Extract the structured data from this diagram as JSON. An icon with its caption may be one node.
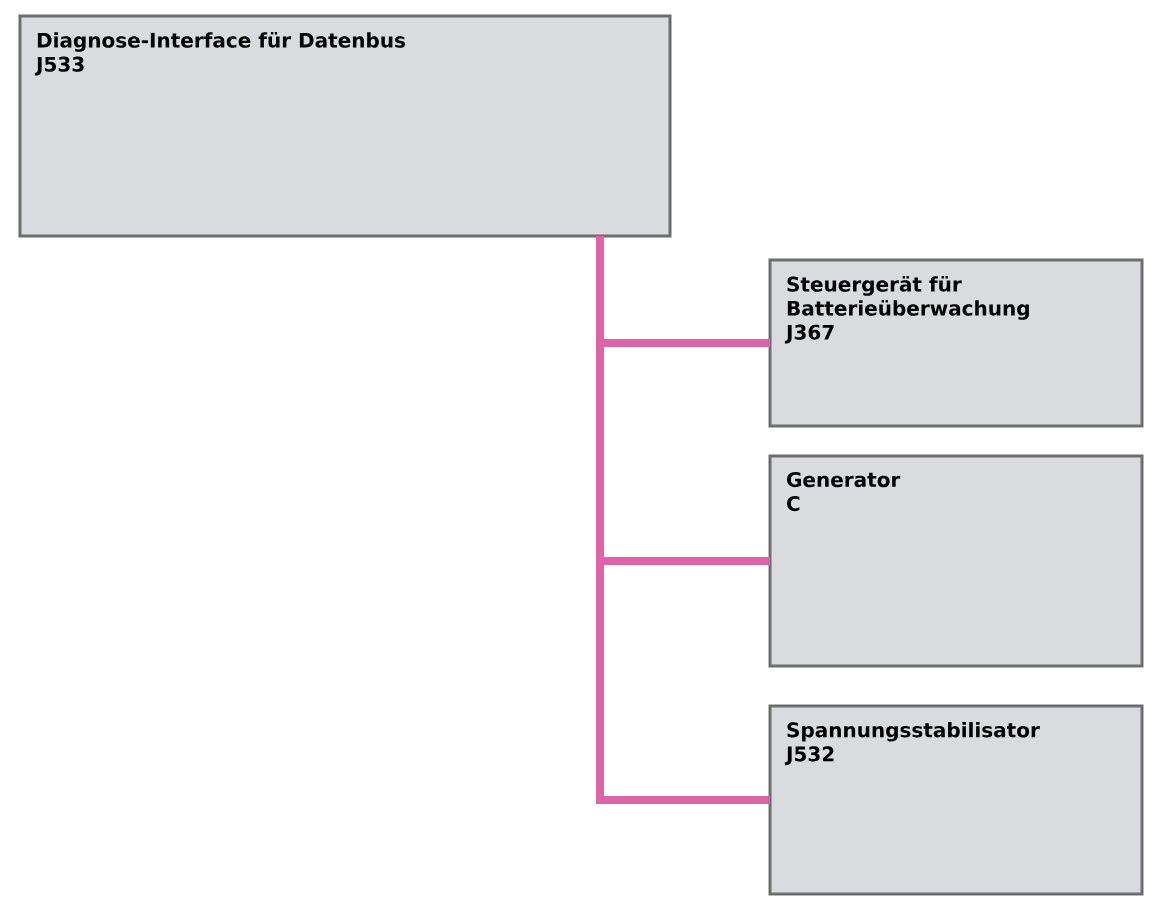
{
  "diagram": {
    "nodes": [
      {
        "text": [
          "Diagnose-Interface für Datenbus",
          "J533"
        ]
      },
      {
        "text": [
          "Steuergerät für Batterieüberwachung",
          "J367"
        ]
      },
      {
        "text": [
          "Generator",
          "C"
        ]
      },
      {
        "text": [
          "Spannungsstabilisator",
          "J532"
        ]
      }
    ],
    "edges": [
      {
        "from": 0,
        "to": 1,
        "arrow": "none"
      },
      {
        "from": 0,
        "to": 2,
        "arrow": "none"
      },
      {
        "from": 0,
        "to": 3,
        "arrow": "none"
      }
    ]
  }
}
